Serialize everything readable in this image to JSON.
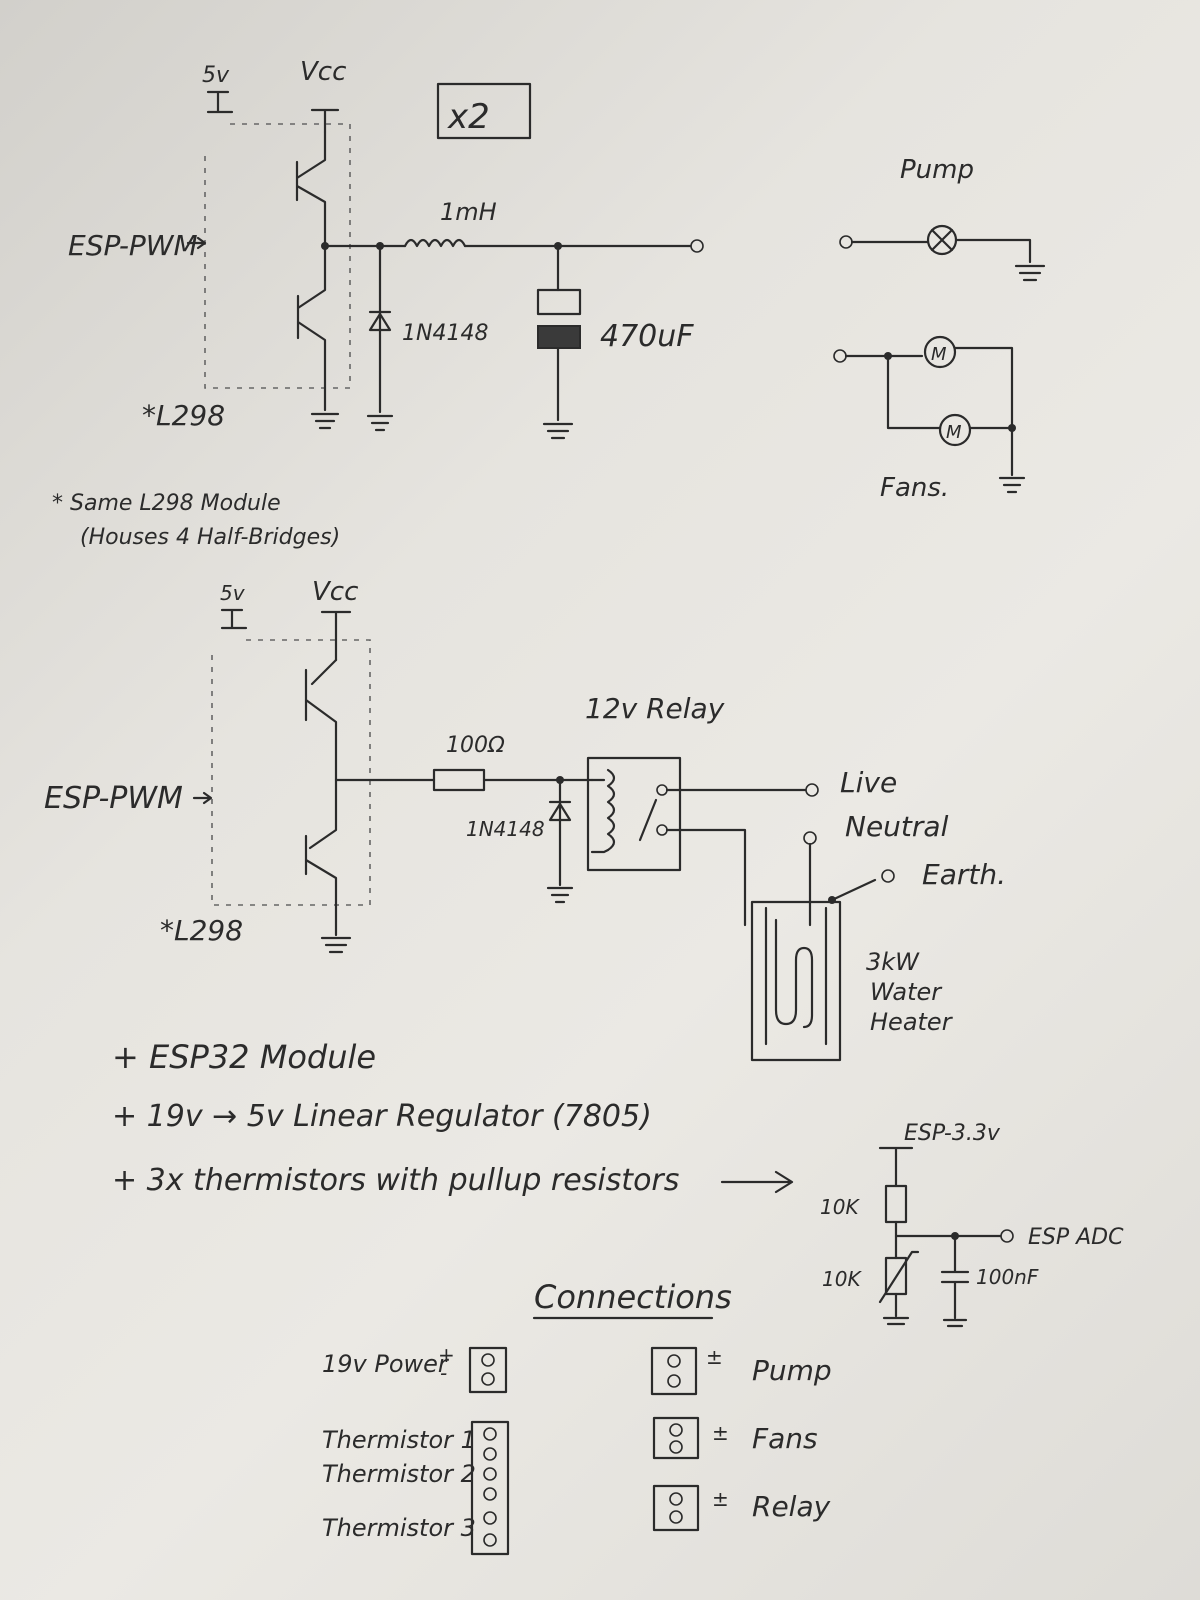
{
  "top_circuit": {
    "supply_5v": "5v",
    "supply_vcc": "Vcc",
    "multiplier": "x2",
    "input_label": "ESP-PWM",
    "inductor_label": "1mH",
    "diode_label": "1N4148",
    "capacitor_label": "470uF",
    "driver_label": "*L298"
  },
  "loads": {
    "pump_label": "Pump",
    "fans_label": "Fans.",
    "motor_symbol": "M"
  },
  "footnote": {
    "line1": "* Same L298 Module",
    "line2": "(Houses 4 Half-Bridges)"
  },
  "relay_circuit": {
    "supply_5v": "5v",
    "supply_vcc": "Vcc",
    "input_label": "ESP-PWM",
    "resistor_label": "100Ω",
    "diode_label": "1N4148",
    "relay_label": "12v Relay",
    "driver_label": "*L298",
    "live_label": "Live",
    "neutral_label": "Neutral",
    "earth_label": "Earth.",
    "heater_label_1": "3kW",
    "heater_label_2": "Water",
    "heater_label_3": "Heater"
  },
  "parts_list": [
    "+ ESP32 Module",
    "+ 19v → 5v Linear Regulator (7805)",
    "+ 3x thermistors with pullup resistors"
  ],
  "thermistor_circuit": {
    "supply_label": "ESP-3.3v",
    "resistor_label": "10K",
    "thermistor_label": "10K",
    "adc_label": "ESP ADC",
    "capacitor_label": "100nF"
  },
  "connections": {
    "title": "Connections",
    "power_label": "19v Power",
    "thermistor_1": "Thermistor 1",
    "thermistor_2": "Thermistor 2",
    "thermistor_3": "Thermistor 3",
    "pump_label": "Pump",
    "fans_label": "Fans",
    "relay_label": "Relay"
  }
}
